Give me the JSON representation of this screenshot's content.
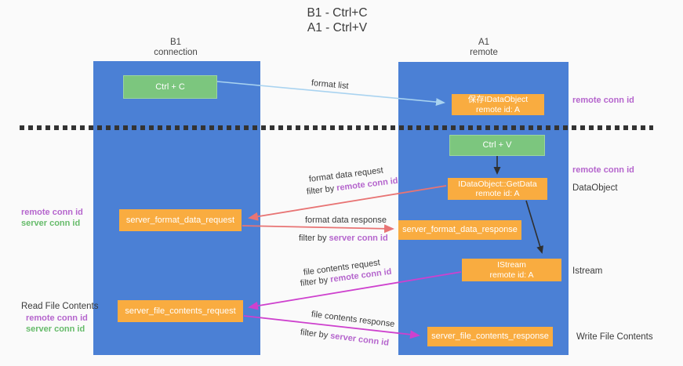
{
  "title": {
    "line1": "B1 - Ctrl+C",
    "line2": "A1 - Ctrl+V"
  },
  "columns": {
    "left": {
      "name": "B1",
      "role": "connection"
    },
    "right": {
      "name": "A1",
      "role": "remote"
    }
  },
  "nodes": {
    "ctrl_c": "Ctrl + C",
    "ctrl_v": "Ctrl + V",
    "save_idataobject": {
      "line1": "保存IDataObject",
      "line2": "remote id: A"
    },
    "getdata": {
      "line1": "IDataObject::GetData",
      "line2": "remote id: A"
    },
    "istream": {
      "line1": "IStream",
      "line2": "remote id: A"
    },
    "server_format_data_request": "server_format_data_request",
    "server_format_data_response": "server_format_data_response",
    "server_file_contents_request": "server_file_contents_request",
    "server_file_contents_response": "server_file_contents_response"
  },
  "edge_labels": {
    "format_list": "format list",
    "format_data_request": "format data request",
    "format_data_request_filter": {
      "prefix": "filter by ",
      "key": "remote conn id"
    },
    "format_data_response": "format data response",
    "format_data_response_filter": {
      "prefix": "filter by ",
      "key": "server conn id"
    },
    "file_contents_request": "file contents request",
    "file_contents_request_filter": {
      "prefix": "filter by ",
      "key": "remote conn id"
    },
    "file_contents_response": "file contents response",
    "file_contents_response_filter": {
      "prefix": "filter by ",
      "key": "server conn id"
    }
  },
  "annotations": {
    "right_remote_conn_top": "remote conn id",
    "right_remote_conn_mid": "remote conn id",
    "dataobject": "DataObject",
    "istream": "Istream",
    "write_file_contents": "Write File Contents",
    "left_remote_conn_top": "remote conn id",
    "left_server_conn_top": "server conn id",
    "read_file_contents": "Read File Contents",
    "left_remote_conn_bottom": "remote conn id",
    "left_server_conn_bottom": "server conn id"
  },
  "colors": {
    "lifeline_blue": "#4b80d5",
    "node_green": "#7cc67e",
    "node_orange": "#f9ac40",
    "arrow_red": "#e87474",
    "arrow_magenta": "#ce41ce",
    "arrow_light_blue": "#a9d3f0",
    "arrow_black": "#2f2f2f",
    "label_purple": "#b565cd",
    "label_green": "#66bb6a"
  }
}
